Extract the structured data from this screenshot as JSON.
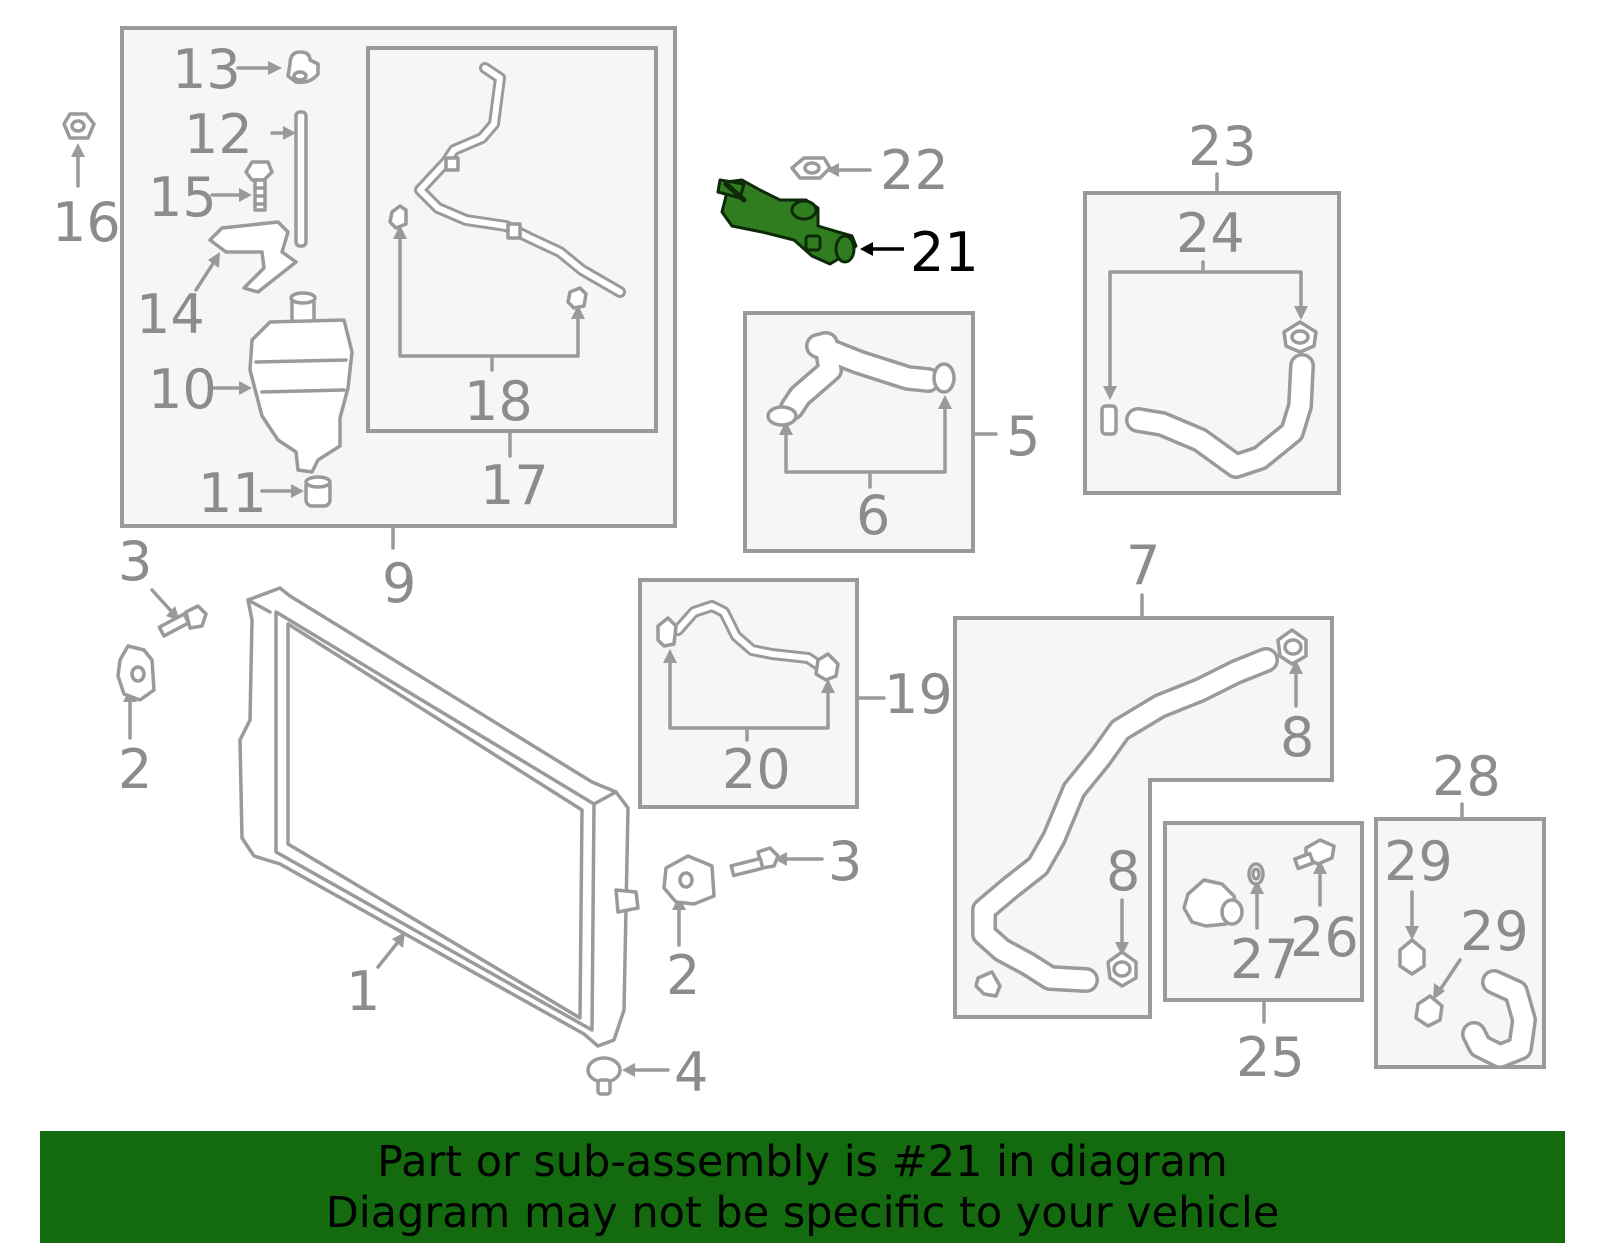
{
  "diagram": {
    "labels": {
      "c1": "1",
      "c2a": "2",
      "c2b": "2",
      "c3a": "3",
      "c3b": "3",
      "c4": "4",
      "c5": "5",
      "c6": "6",
      "c7": "7",
      "c8a": "8",
      "c8b": "8",
      "c9": "9",
      "c10": "10",
      "c11": "11",
      "c12": "12",
      "c13": "13",
      "c14": "14",
      "c15": "15",
      "c16": "16",
      "c17": "17",
      "c18": "18",
      "c19": "19",
      "c20": "20",
      "c21": "21",
      "c22": "22",
      "c23": "23",
      "c24": "24",
      "c25": "25",
      "c26": "26",
      "c27": "27",
      "c28": "28",
      "c29a": "29",
      "c29b": "29"
    },
    "highlighted_callout": "21",
    "colors": {
      "line_gray": "#9a9a9a",
      "label_gray": "#8c8c8c",
      "box_fill": "#f6f6f6",
      "highlight_green": "#2f7d1f",
      "banner_green": "#146b0f"
    }
  },
  "banner": {
    "line1": "Part or sub-assembly is #21 in diagram",
    "line2": "Diagram may not be specific to your vehicle"
  }
}
